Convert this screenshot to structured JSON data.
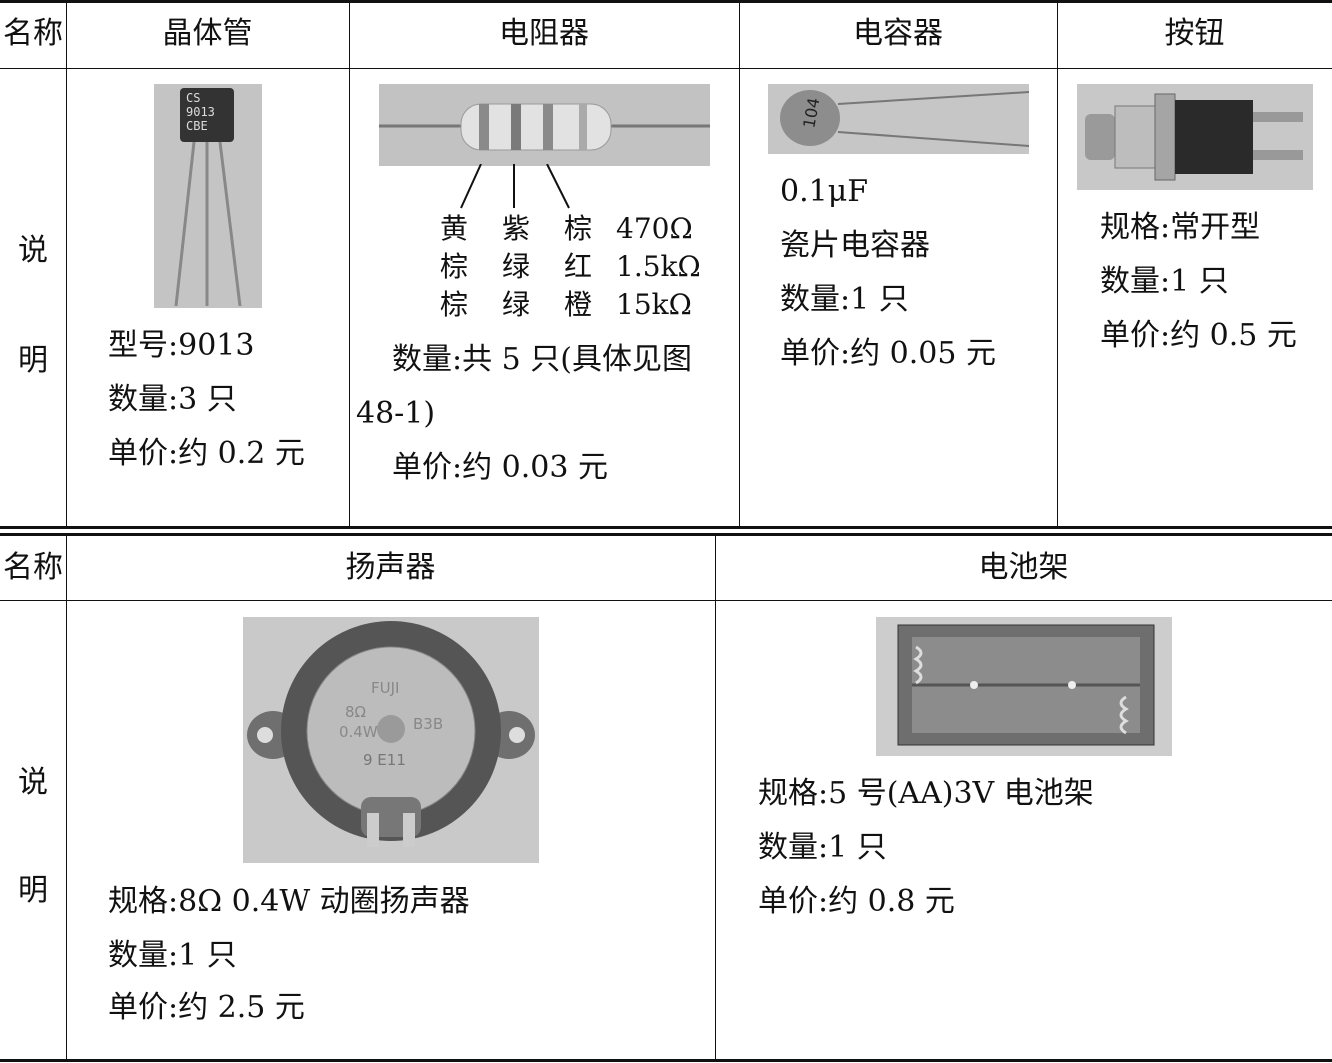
{
  "table1": {
    "name_label": "名称",
    "desc_label_top": "说",
    "desc_label_bottom": "明",
    "columns": [
      {
        "title": "晶体管",
        "photo_marking": [
          "CS",
          "9013",
          "CBE"
        ],
        "lines": [
          "型号:9013",
          "数量:3 只",
          "单价:约 0.2 元"
        ]
      },
      {
        "title": "电阻器",
        "color_table": [
          [
            "黄",
            "紫",
            "棕",
            "470Ω"
          ],
          [
            "棕",
            "绿",
            "红",
            "1.5kΩ"
          ],
          [
            "棕",
            "绿",
            "橙",
            "15kΩ"
          ]
        ],
        "lines": [
          "数量:共 5 只(具体见图",
          "48-1)",
          "单价:约 0.03 元"
        ]
      },
      {
        "title": "电容器",
        "photo_marking": "104",
        "lines": [
          "0.1μF",
          "瓷片电容器",
          "数量:1 只",
          "单价:约 0.05 元"
        ]
      },
      {
        "title": "按钮",
        "lines": [
          "规格:常开型",
          "数量:1 只",
          "单价:约 0.5 元"
        ]
      }
    ]
  },
  "table2": {
    "name_label": "名称",
    "desc_label_top": "说",
    "desc_label_bottom": "明",
    "columns": [
      {
        "title": "扬声器",
        "photo_marking": [
          "FUJI",
          "8Ω",
          "0.4W",
          "B3B",
          "9 E11"
        ],
        "lines": [
          "规格:8Ω 0.4W 动圈扬声器",
          "数量:1 只",
          "单价:约 2.5 元"
        ]
      },
      {
        "title": "电池架",
        "lines": [
          "规格:5 号(AA)3V 电池架",
          "数量:1 只",
          "单价:约 0.8 元"
        ]
      }
    ]
  }
}
